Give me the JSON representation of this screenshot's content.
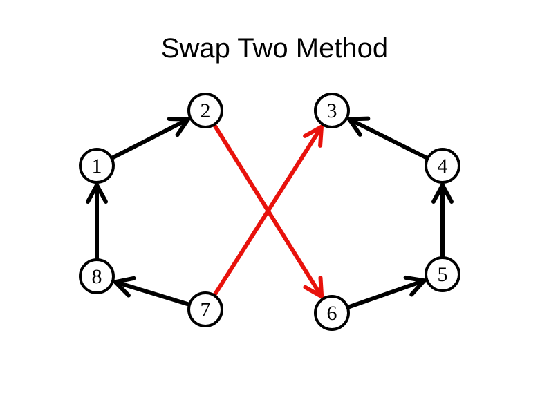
{
  "title": "Swap Two Method",
  "diagram": {
    "colors": {
      "background": "#ffffff",
      "normal_edge": "#000000",
      "swapped_edge": "#e8120c",
      "node_fill": "#ffffff",
      "node_stroke": "#000000"
    },
    "nodes": [
      {
        "id": "1",
        "label": "1"
      },
      {
        "id": "2",
        "label": "2"
      },
      {
        "id": "3",
        "label": "3"
      },
      {
        "id": "4",
        "label": "4"
      },
      {
        "id": "5",
        "label": "5"
      },
      {
        "id": "6",
        "label": "6"
      },
      {
        "id": "7",
        "label": "7"
      },
      {
        "id": "8",
        "label": "8"
      }
    ],
    "edges": [
      {
        "from": "1",
        "to": "2",
        "kind": "normal"
      },
      {
        "from": "2",
        "to": "6",
        "kind": "swapped"
      },
      {
        "from": "6",
        "to": "5",
        "kind": "normal"
      },
      {
        "from": "5",
        "to": "4",
        "kind": "normal"
      },
      {
        "from": "4",
        "to": "3",
        "kind": "normal"
      },
      {
        "from": "7",
        "to": "3",
        "kind": "swapped"
      },
      {
        "from": "7",
        "to": "8",
        "kind": "normal"
      },
      {
        "from": "8",
        "to": "1",
        "kind": "normal"
      }
    ]
  }
}
